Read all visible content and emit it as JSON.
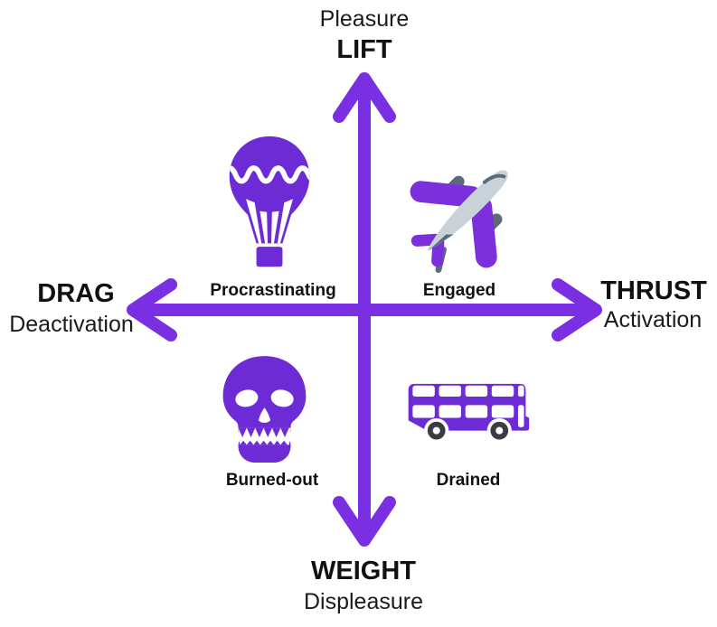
{
  "colors": {
    "accent_purple": "#7B2FE3",
    "icon_purple": "#6D2BD6",
    "plane_body_gray": "#C9D2D9",
    "plane_dark_gray": "#5C6B78",
    "wheel_dark": "#3B3B42",
    "text_black": "#151515",
    "background": "#FFFFFF"
  },
  "axes": {
    "vertical": {
      "top_sub": "Pleasure",
      "top_main": "LIFT",
      "bottom_main": "WEIGHT",
      "bottom_sub": "Displeasure"
    },
    "horizontal": {
      "left_main": "DRAG",
      "left_sub": "Deactivation",
      "right_main": "THRUST",
      "right_sub": "Activation"
    }
  },
  "quadrants": [
    {
      "position": "top-left",
      "label": "Procrastinating",
      "icon": "hot-air-balloon-icon"
    },
    {
      "position": "top-right",
      "label": "Engaged",
      "icon": "airplane-icon"
    },
    {
      "position": "bottom-left",
      "label": "Burned-out",
      "icon": "skull-icon"
    },
    {
      "position": "bottom-right",
      "label": "Drained",
      "icon": "double-decker-bus-icon"
    }
  ]
}
